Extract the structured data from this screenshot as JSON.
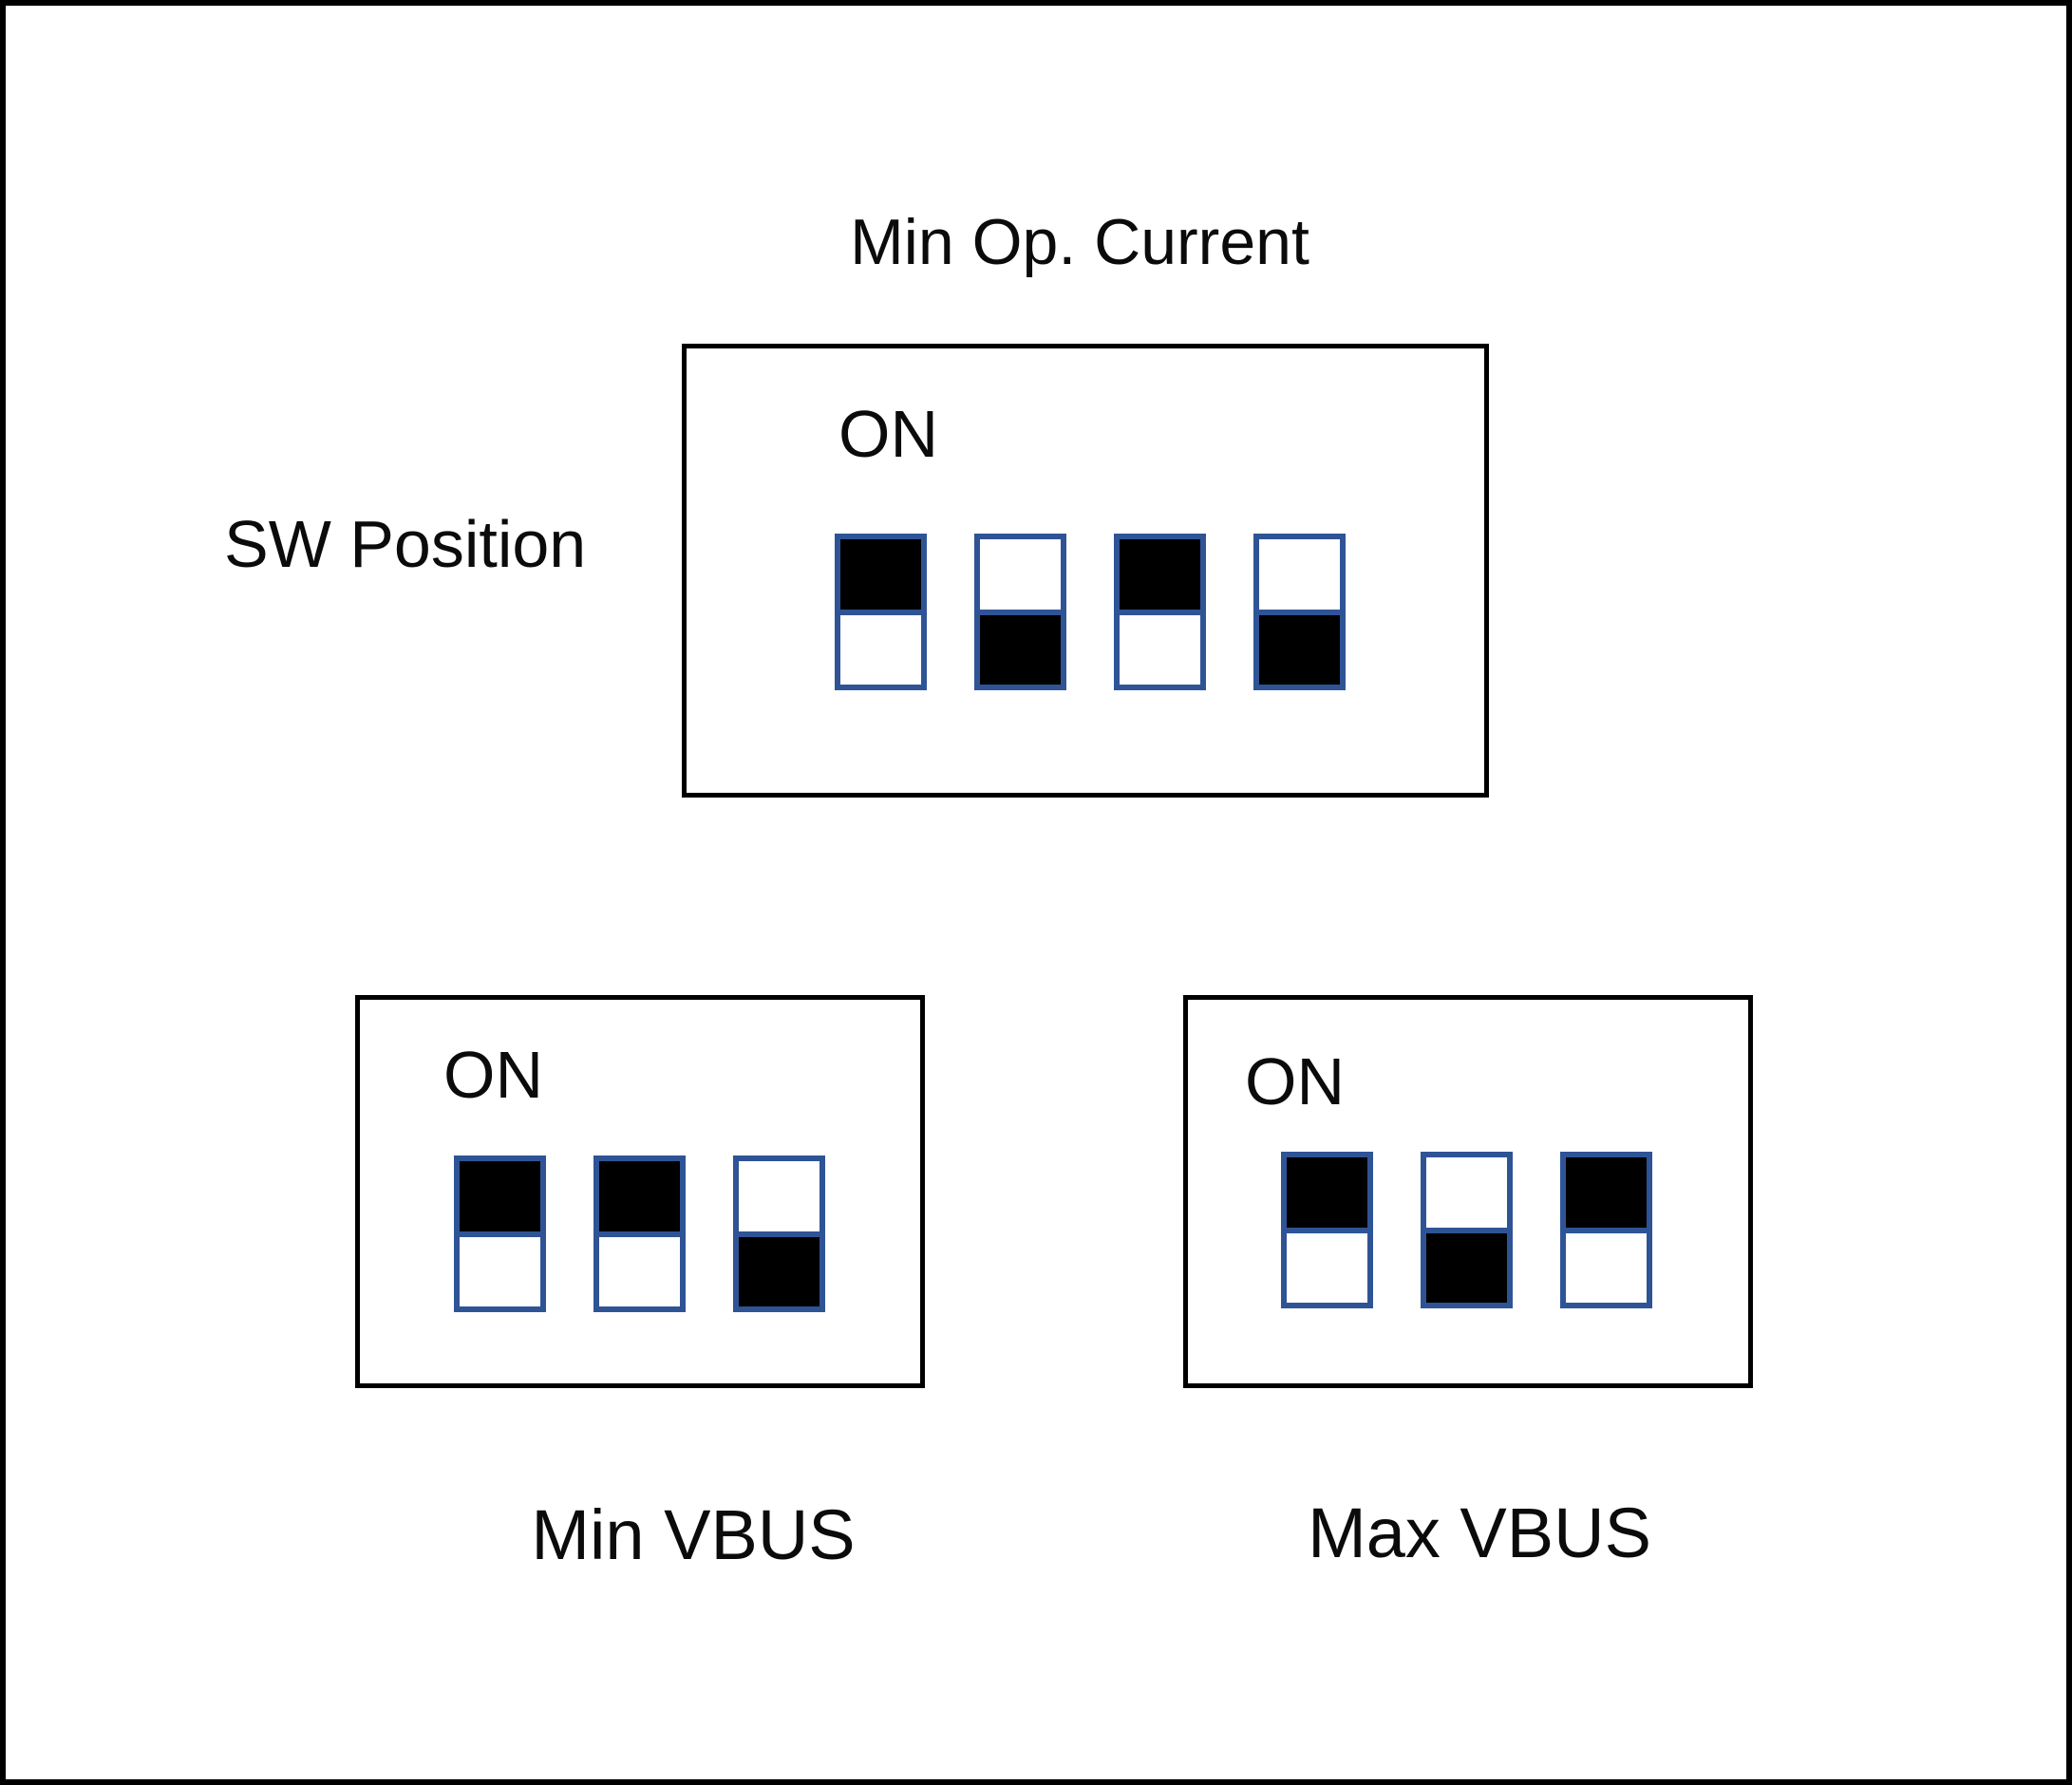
{
  "diagram": {
    "title": "Min Op. Current",
    "side_label": "SW Position",
    "on_label": "ON",
    "colors": {
      "background": "#FFFFFF",
      "outline": "#000000",
      "switch_border": "#2F5496",
      "switch_fill": "#000000"
    },
    "panels": [
      {
        "name": "min-op-current",
        "caption": "",
        "switch_count": 4,
        "switches": [
          "on",
          "off",
          "on",
          "off"
        ]
      },
      {
        "name": "min-vbus",
        "caption": "Min VBUS",
        "switch_count": 3,
        "switches": [
          "on",
          "on",
          "off"
        ]
      },
      {
        "name": "max-vbus",
        "caption": "Max VBUS",
        "switch_count": 3,
        "switches": [
          "on",
          "off",
          "on"
        ]
      }
    ]
  }
}
